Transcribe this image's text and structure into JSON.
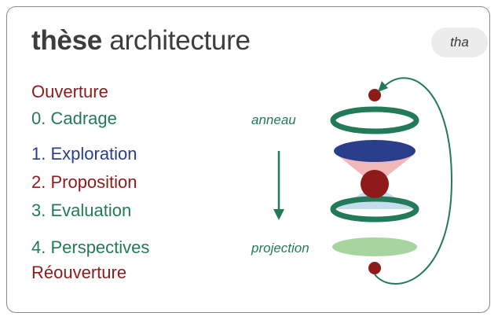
{
  "title": {
    "bold": "thèse",
    "rest": " architecture"
  },
  "badge": "tha",
  "steps": [
    {
      "label": "Ouverture",
      "color": "#8e1a1a"
    },
    {
      "label": "0. Cadrage",
      "color": "#237a58"
    },
    {
      "label": "1. Exploration",
      "color": "#2a3f8c"
    },
    {
      "label": "2. Proposition",
      "color": "#8e1a1a"
    },
    {
      "label": "3. Evaluation",
      "color": "#237a58"
    },
    {
      "label": "4. Perspectives",
      "color": "#237a58"
    },
    {
      "label": "Réouverture",
      "color": "#8e1a1a"
    }
  ],
  "annotations": {
    "top": "anneau",
    "bottom": "projection"
  },
  "colors": {
    "green": "#237a58",
    "red": "#8e1a1a",
    "blue": "#2a3f8c",
    "light_green": "#a8d4a0",
    "pink": "#f0b8b8",
    "light_blue": "#c5dced"
  }
}
